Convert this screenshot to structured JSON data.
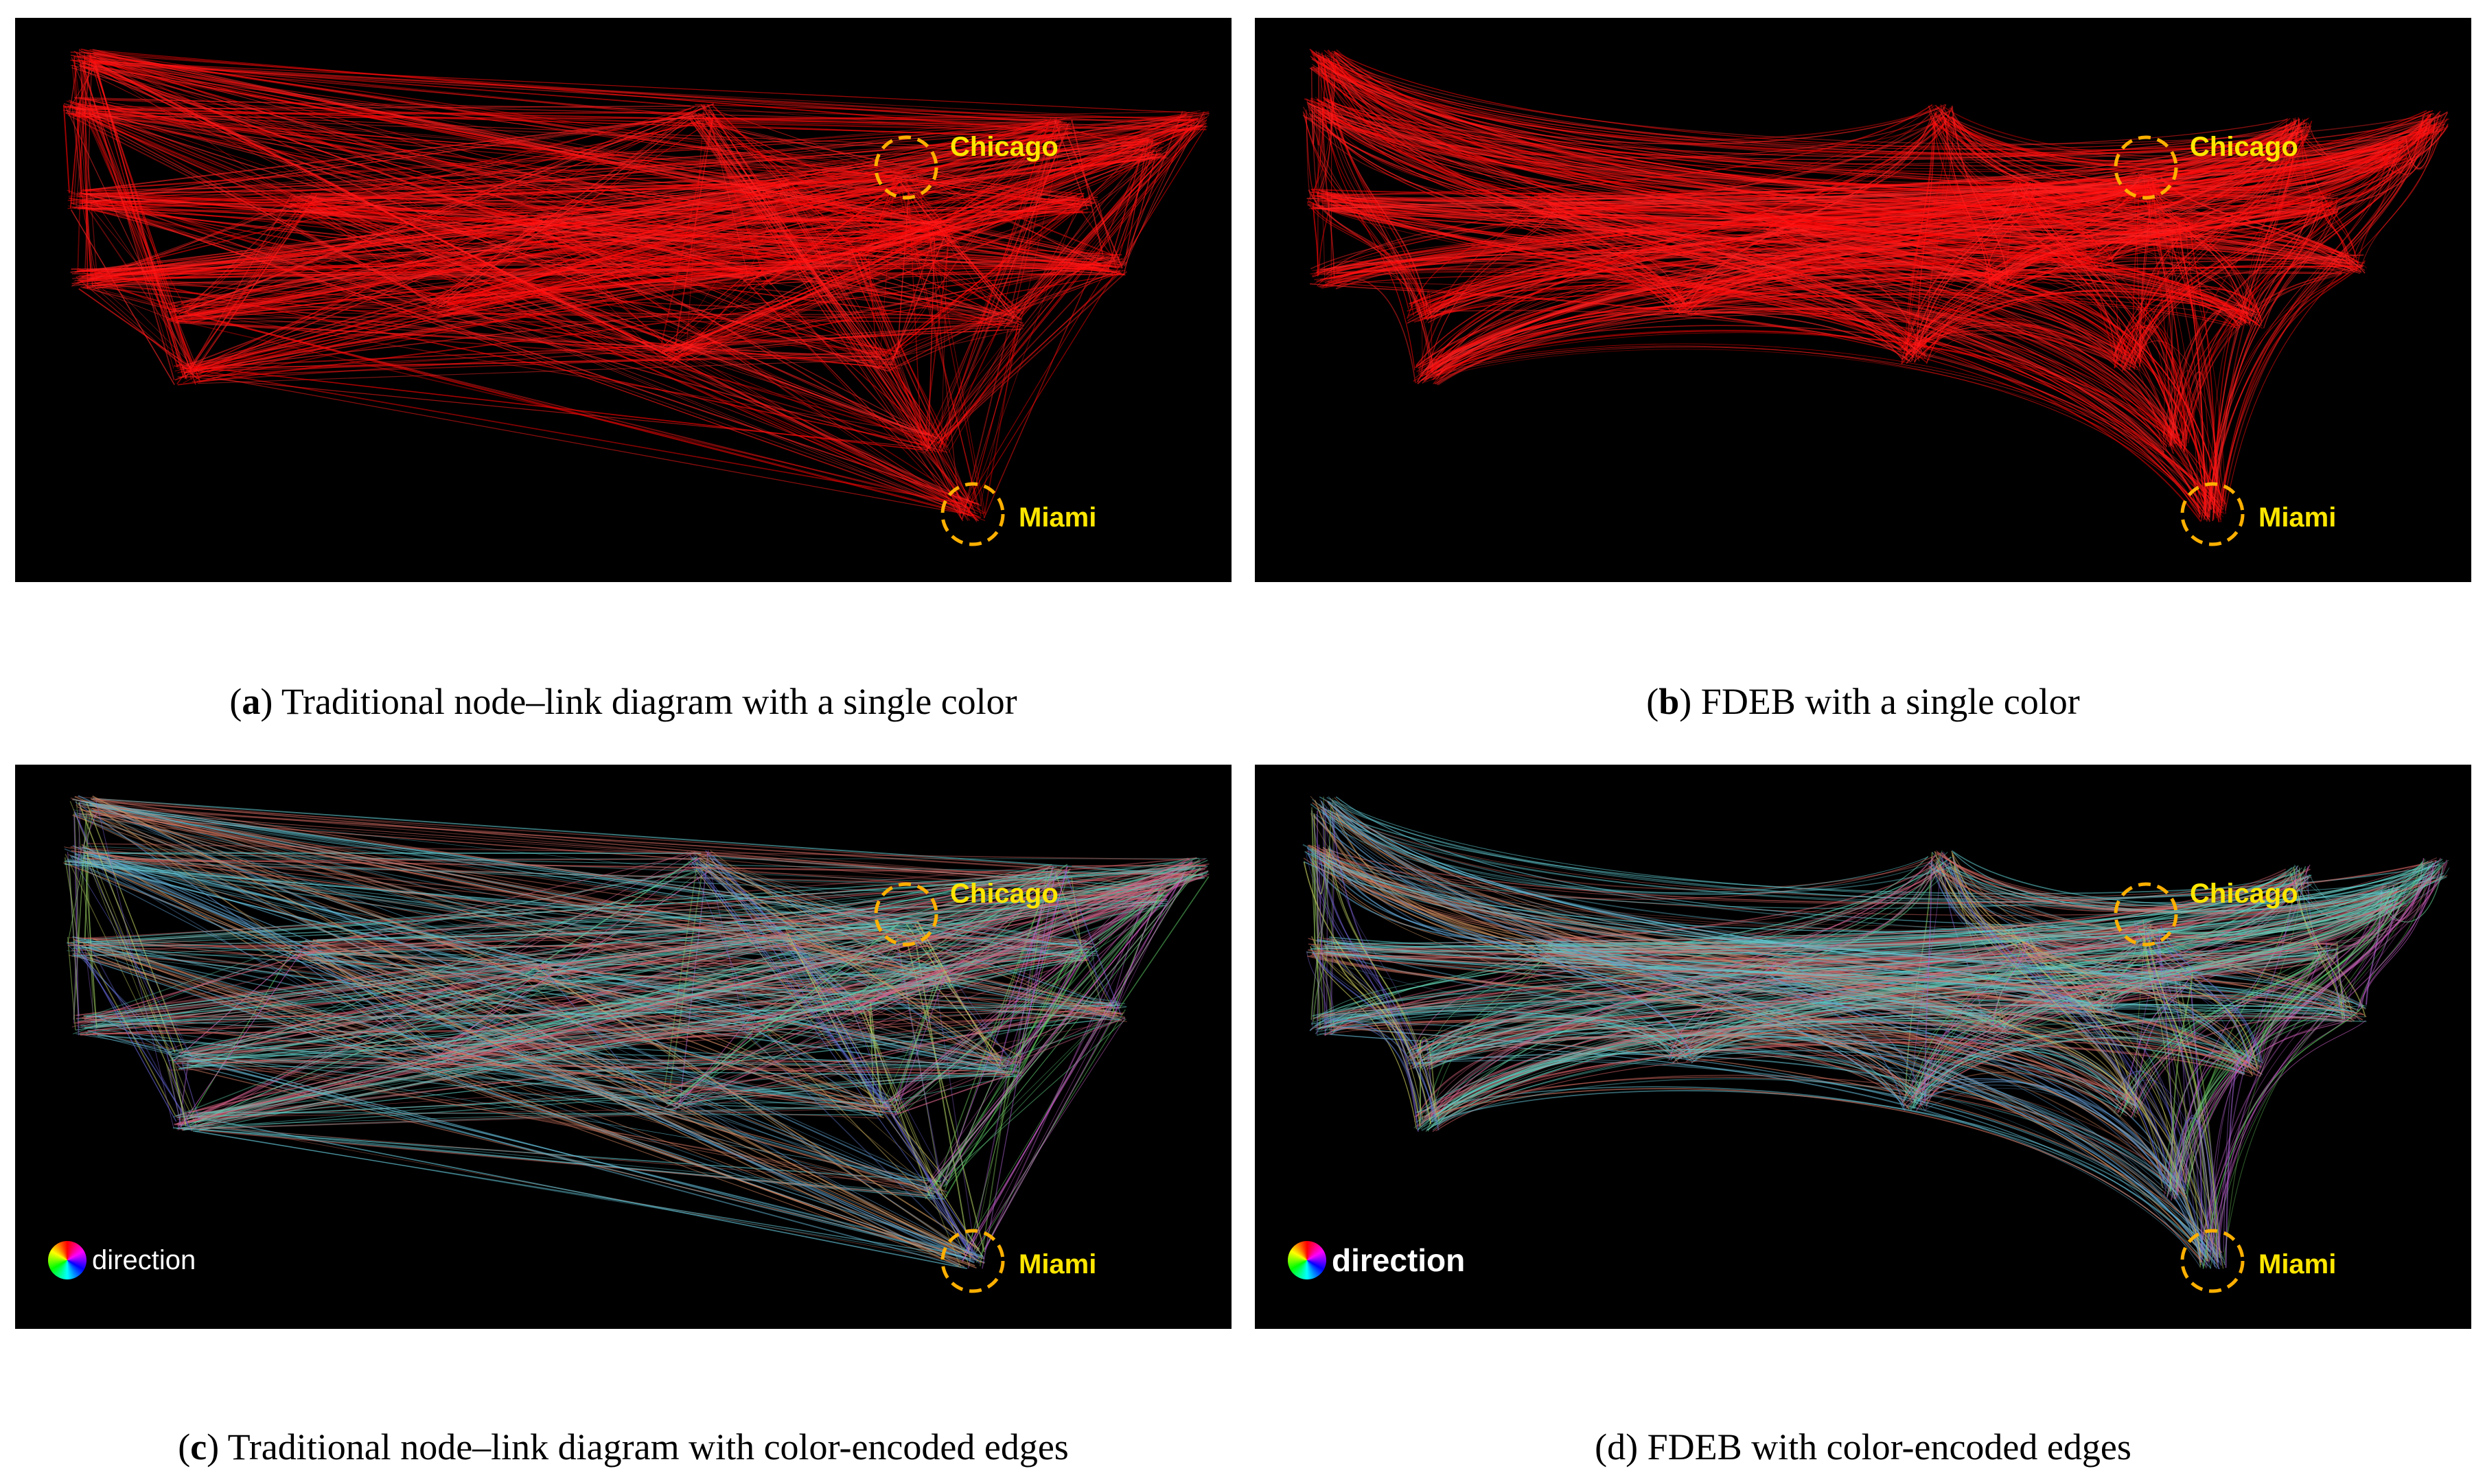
{
  "panels": [
    {
      "id": "a",
      "style": "single",
      "bundled": false,
      "labels": {
        "chicago": "Chicago",
        "miami": "Miami"
      },
      "legend": null,
      "caption": {
        "letter": "a",
        "text": "Traditional node–link diagram with a single color",
        "bold_letter": true
      }
    },
    {
      "id": "b",
      "style": "single",
      "bundled": true,
      "labels": {
        "chicago": "Chicago",
        "miami": "Miami"
      },
      "legend": null,
      "caption": {
        "letter": "b",
        "text": "FDEB with a single color",
        "bold_letter": true
      }
    },
    {
      "id": "c",
      "style": "direction",
      "bundled": false,
      "labels": {
        "chicago": "Chicago",
        "miami": "Miami"
      },
      "legend": "direction",
      "caption": {
        "letter": "c",
        "text": "Traditional node–link diagram with color-encoded edges",
        "bold_letter": true
      }
    },
    {
      "id": "d",
      "style": "direction",
      "bundled": true,
      "labels": {
        "chicago": "Chicago",
        "miami": "Miami"
      },
      "legend": "direction",
      "caption": {
        "letter": "d",
        "text": "FDEB with color-encoded edges",
        "bold_letter": false
      }
    }
  ],
  "colors": {
    "background": "#000000",
    "edge_single": "#ff1a1a",
    "highlight": "#ffe600",
    "page": "#ffffff"
  }
}
